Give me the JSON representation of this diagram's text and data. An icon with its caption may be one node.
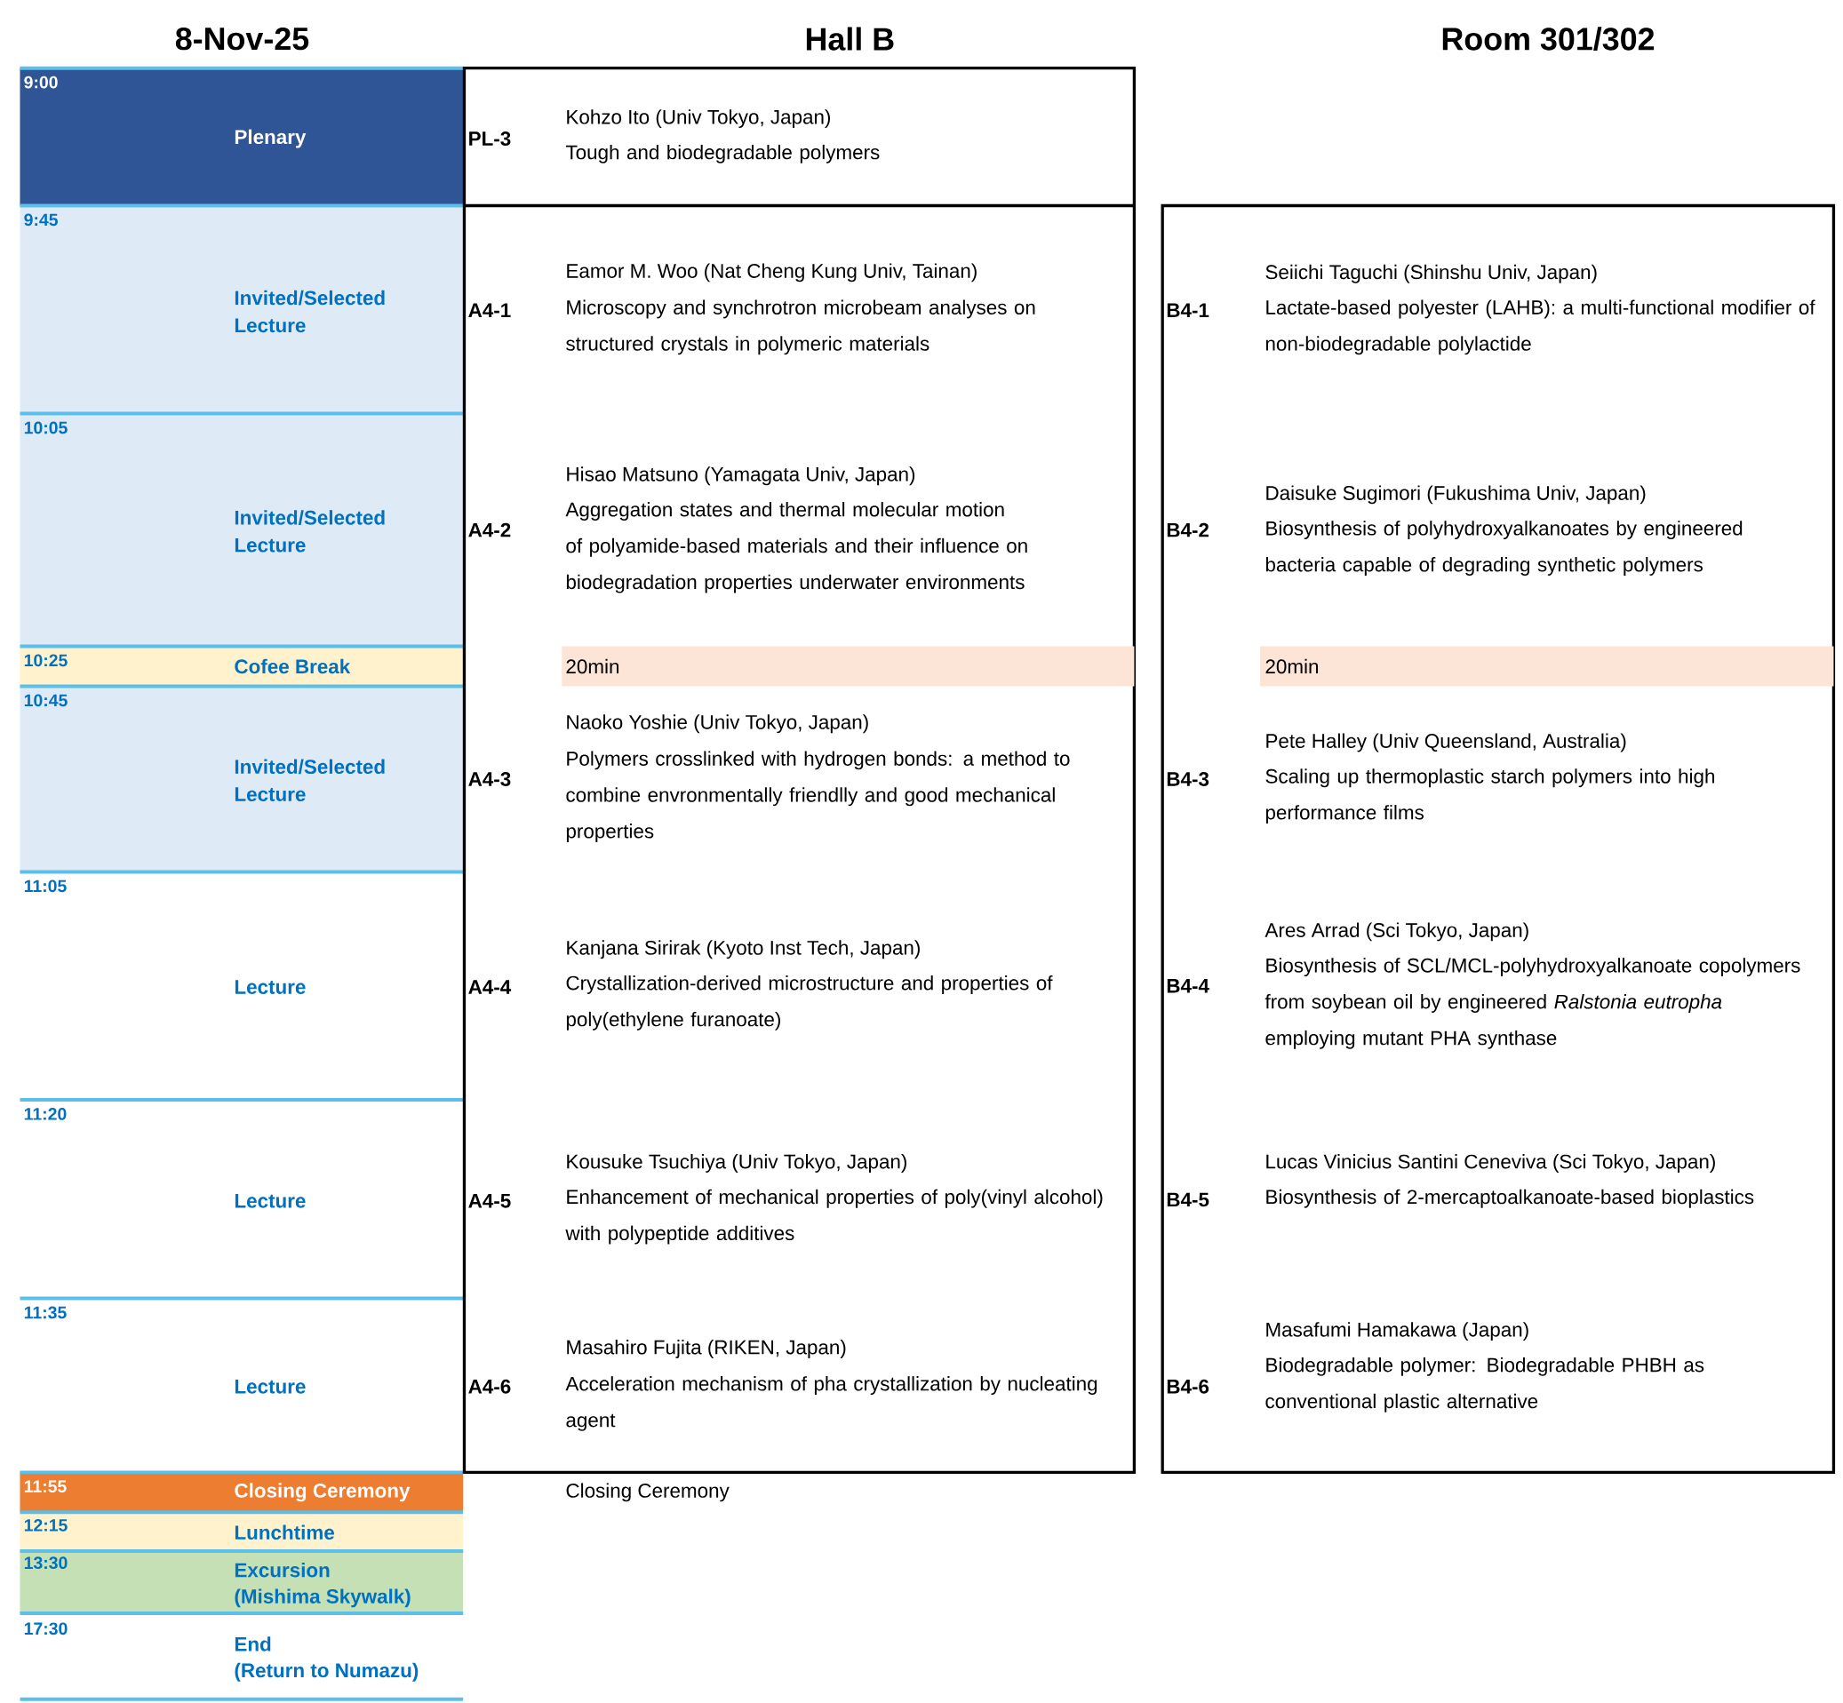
{
  "diagram": {
    "labels": [
      "8-Nov-25",
      "Hall B",
      "Room 301/302",
      "9:00",
      "Plenary",
      "PL-3",
      "Kohzo Ito (Univ Tokyo, Japan)",
      "Tough and biodegradable polymers",
      "9:45",
      "Invited/Selected Lecture",
      "A4-1",
      "Eamor M. Woo (Nat Cheng Kung Univ, Tainan)",
      "Microscopy and synchrotron microbeam analyses on structured crystals in polymeric materials",
      "B4-1",
      "Seiichi Taguchi (Shinshu Univ, Japan)",
      "Lactate-based polyester (LAHB): a multi-functional modifier of non-biodegradable polylactide",
      "10:05",
      "Invited/Selected Lecture",
      "A4-2",
      "Hisao Matsuno (Yamagata Univ, Japan)",
      "Aggregation states and thermal molecular motion of polyamide-based materials and their influence on biodegradation properties underwater environments",
      "B4-2",
      "Daisuke Sugimori (Fukushima Univ, Japan)",
      "Biosynthesis of polyhydroxyalkanoates by engineered bacteria capable of degrading synthetic polymers",
      "10:25",
      "Cofee Break",
      "20min",
      "20min",
      "10:45",
      "Invited/Selected Lecture",
      "A4-3",
      "Naoko Yoshie (Univ Tokyo, Japan)",
      "Polymers crosslinked with hydrogen bonds: a method to combine envronmentally friendlly and good mechanical properties",
      "B4-3",
      "Pete Halley (Univ Queensland, Australia)",
      "Scaling up thermoplastic starch polymers into high performance films",
      "11:05",
      "Lecture",
      "A4-4",
      "Kanjana Sirirak (Kyoto Inst Tech, Japan)",
      "Crystallization-derived microstructure and properties of poly(ethylene furanoate)",
      "B4-4",
      "Ares Arrad (Sci Tokyo, Japan)",
      "Biosynthesis of SCL/MCL-polyhydroxyalkanoate copolymers from soybean oil by engineered *Ralstonia eutropha* employing mutant PHA synthase",
      "11:20",
      "Lecture",
      "A4-5",
      "Kousuke Tsuchiya (Univ Tokyo, Japan)",
      "Enhancement of mechanical properties of poly(vinyl alcohol) with polypeptide additives",
      "B4-5",
      "Lucas Vinicius Santini Ceneviva (Sci Tokyo, Japan)",
      "Biosynthesis of 2-mercaptoalkanoate-based bioplastics",
      "11:35",
      "Lecture",
      "A4-6",
      "Masahiro Fujita (RIKEN, Japan)",
      "Acceleration mechanism of pha crystallization by nucleating agent",
      "B4-6",
      "Masafumi Hamakawa (Japan)",
      "Biodegradable polymer: Biodegradable PHBH as conventional plastic alternative",
      "11:55",
      "Closing Ceremony",
      "Closing Ceremony",
      "12:15",
      "Lunchtime",
      "13:30",
      "Excursion",
      "(Mishima Skywalk)",
      "17:30",
      "End",
      "(Return to Numazu)"
    ]
  }
}
